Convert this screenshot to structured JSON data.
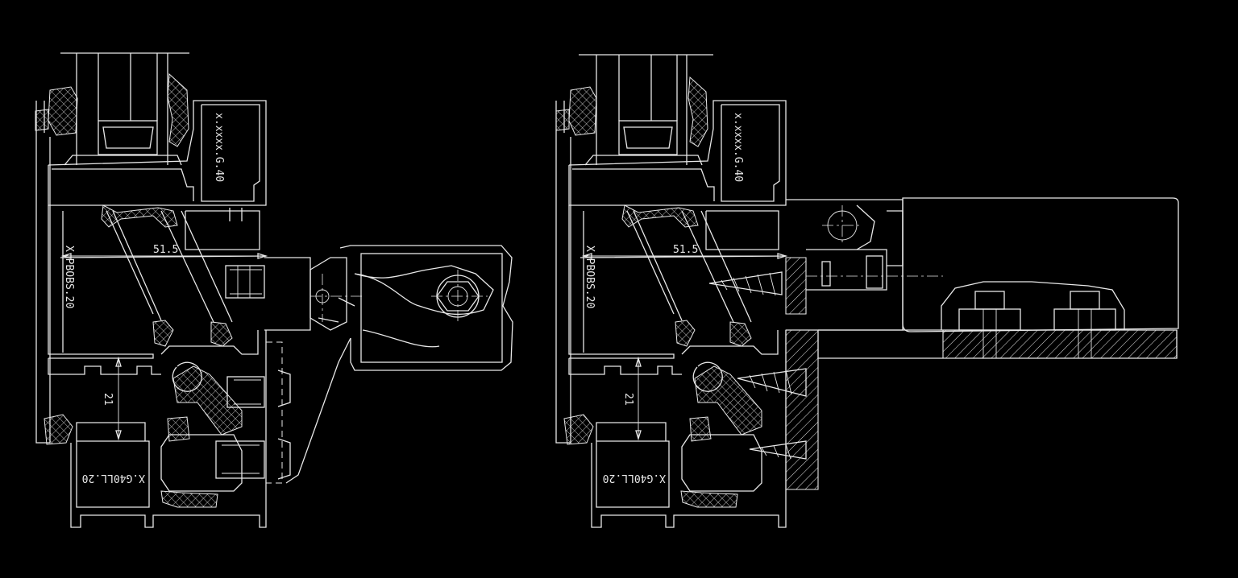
{
  "colors": {
    "background": "#000000",
    "linework": "#e8e8e8"
  },
  "left_section": {
    "glazing_bead_code": "x.xxxx.G.40",
    "sash_profile_code": "X.PBOBS.20",
    "frame_profile_code": "X.G40LL.20",
    "dimension_width": "51.5",
    "dimension_height": "21"
  },
  "right_section": {
    "glazing_bead_code": "x.xxxx.G.40",
    "sash_profile_code": "X.PBOBS.20",
    "frame_profile_code": "X.G40LL.20",
    "dimension_width": "51.5",
    "dimension_height": "21"
  }
}
